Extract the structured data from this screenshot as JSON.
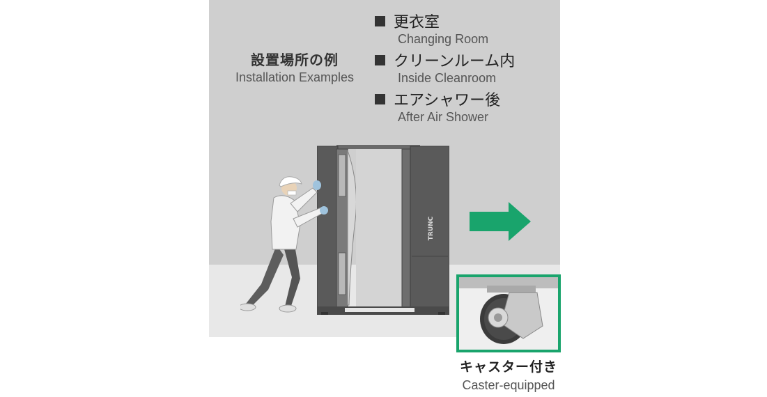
{
  "section": {
    "title_jp": "設置場所の例",
    "title_en": "Installation Examples"
  },
  "locations": [
    {
      "jp": "更衣室",
      "en": "Changing Room"
    },
    {
      "jp": "クリーンルーム内",
      "en": "Inside Cleanroom"
    },
    {
      "jp": "エアシャワー後",
      "en": "After Air Shower"
    }
  ],
  "booth": {
    "brand": "TRUNC"
  },
  "caster": {
    "label_jp": "キャスター付き",
    "label_en": "Caster-equipped"
  },
  "colors": {
    "accent": "#19a46c",
    "wall": "#cfcfcf",
    "floor": "#e8e8e8",
    "booth": "#5a5a5a"
  },
  "icons": [
    "square-bullet-icon",
    "arrow-right-icon"
  ]
}
